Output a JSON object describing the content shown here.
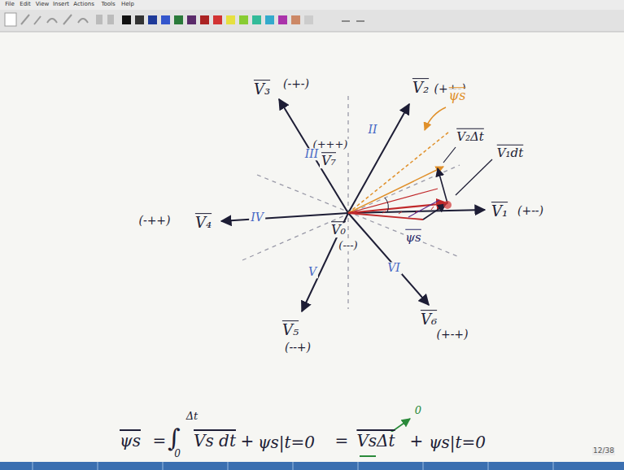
{
  "diagram": {
    "labels": [
      "File",
      "Edit",
      "View",
      "Insert",
      "Actions",
      "Tools",
      "Help",
      "V₃",
      "(-+-)",
      "V₂",
      "(++-)",
      "V₁",
      "(+--)",
      "(-++)",
      "V₄",
      "V₅",
      "(--+)",
      "V₆",
      "(+-+)",
      "(+++)",
      "V₇",
      "V₀",
      "(---)",
      "II",
      "III",
      "IV",
      "V",
      "VI",
      "ψs",
      "V₂Δt",
      "V₁dt",
      "ψs",
      "ψs",
      "=",
      "∫",
      "Δt",
      "0",
      "Vs dt",
      "+",
      "ψs|t=0",
      "=",
      "VsΔt",
      "+",
      "ψs|t=0",
      "0",
      "12/38"
    ]
  }
}
